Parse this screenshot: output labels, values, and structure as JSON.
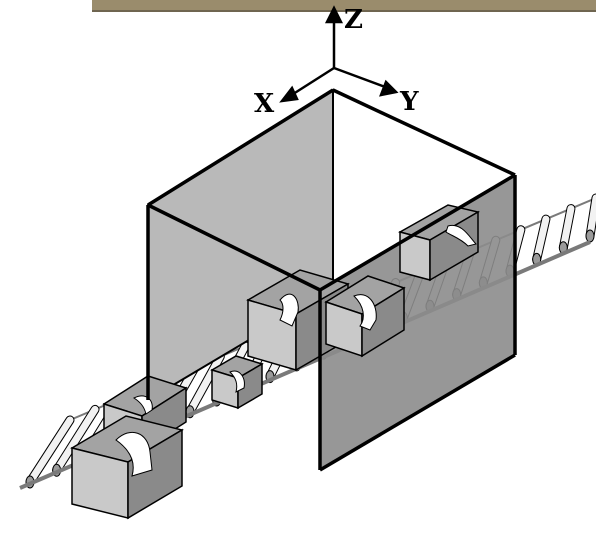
{
  "axes": {
    "x_label": "X",
    "y_label": "Y",
    "z_label": "Z"
  },
  "colors": {
    "top_strip": "#9a8c6c",
    "back_wall": "#b9b9b9",
    "floor": "#8c8c8c",
    "box_front": "#8a8a8a",
    "box_side": "#c9c9c9",
    "box_top": "#a3a3a3",
    "roller": "#f2f2f2",
    "roller_shadow": "#9a9a9a",
    "rail": "#7a7a7a"
  },
  "boxes": [
    "box-front-left",
    "box-small-center",
    "box-tall-left",
    "box-inside-center",
    "box-back-right",
    "box-back-left"
  ],
  "conveyor": {
    "roller_count": 22
  }
}
